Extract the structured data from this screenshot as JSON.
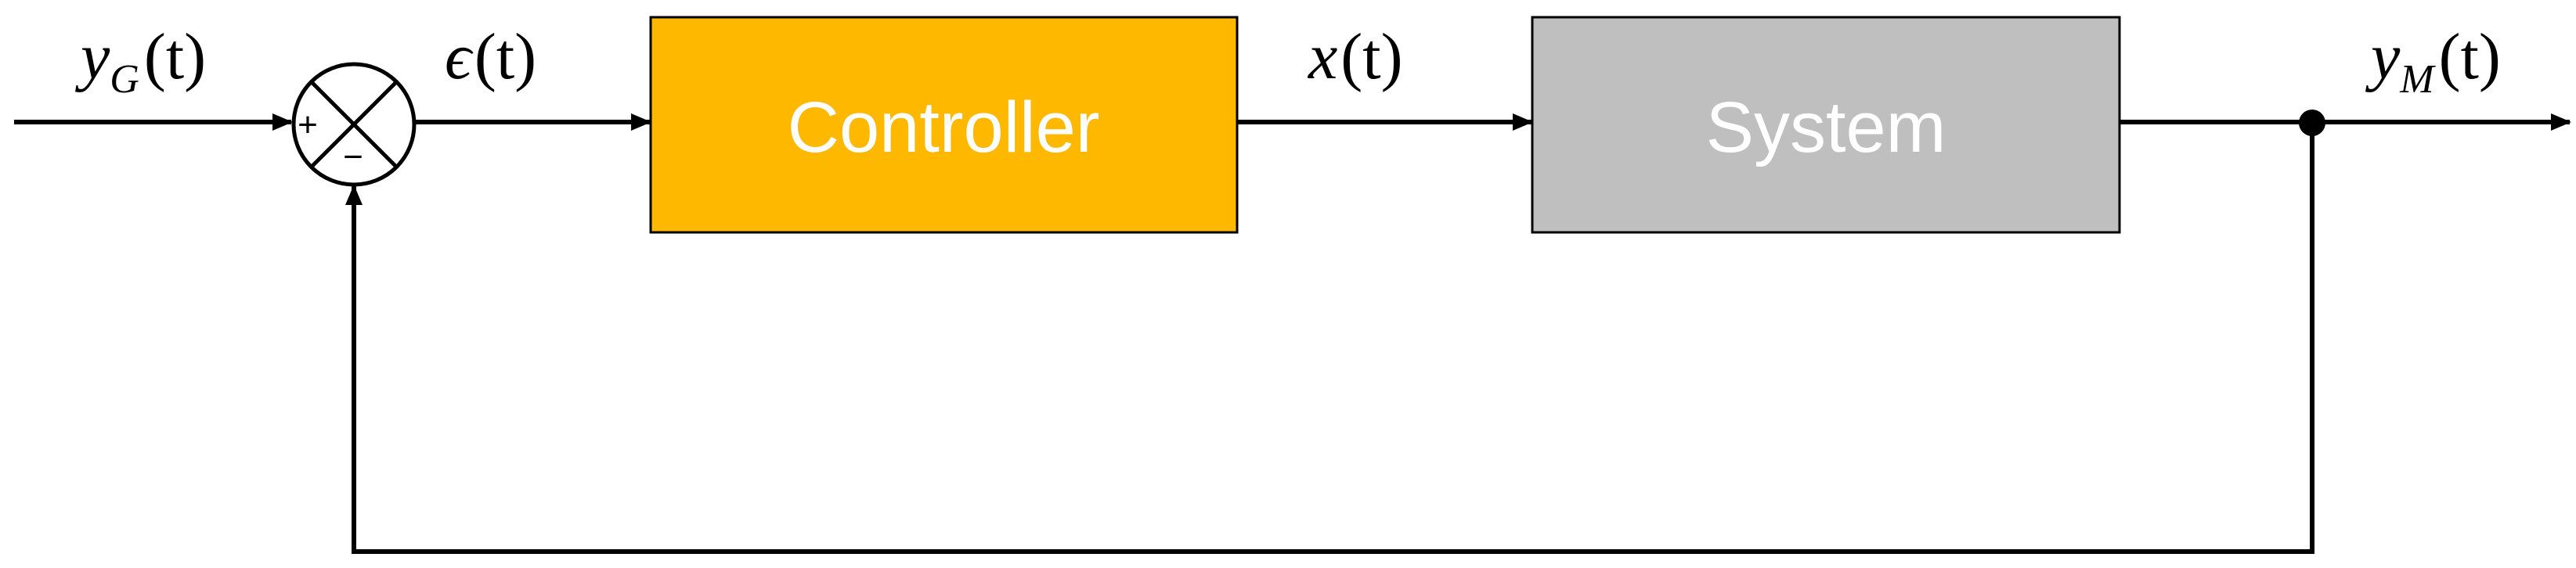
{
  "blocks": {
    "controller": {
      "label": "Controller",
      "color": "#FFB800"
    },
    "system": {
      "label": "System",
      "color": "#BFBFBF"
    }
  },
  "signals": {
    "reference": {
      "main": "y",
      "sub": "G",
      "arg": "(t)"
    },
    "error": {
      "main": "ϵ",
      "arg": "(t)"
    },
    "control": {
      "main": "x",
      "arg": "(t)"
    },
    "output": {
      "main": "y",
      "sub": "M",
      "arg": "(t)"
    }
  },
  "summing_junction": {
    "plus_sign": "+",
    "minus_sign": "−"
  },
  "colors": {
    "line": "#000000",
    "block_text": "#FFFFFF"
  }
}
